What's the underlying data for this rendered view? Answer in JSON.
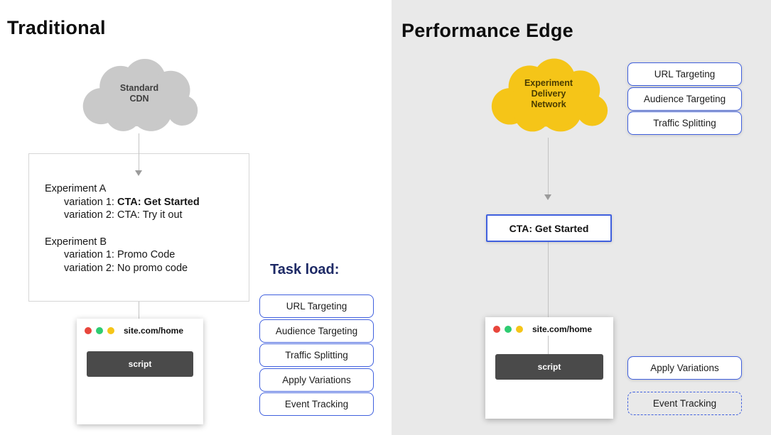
{
  "colors": {
    "accent_blue": "#4060de",
    "cloud_gray": "#c9c9c9",
    "cloud_gold": "#f5c518",
    "script_button_gray": "#4a4a4a",
    "right_panel_bg": "#e9e9e9",
    "task_load_title": "#1e2a66",
    "traffic_red": "#e8463c",
    "traffic_green": "#2ecc71",
    "traffic_yellow": "#f5c518"
  },
  "left": {
    "title": "Traditional",
    "cloud_label_line1": "Standard",
    "cloud_label_line2": "CDN",
    "experiment_box": {
      "groups": [
        {
          "title": "Experiment A",
          "variations": [
            {
              "prefix": "variation 1: ",
              "value": "CTA: Get Started",
              "bold": true
            },
            {
              "prefix": "variation 2: ",
              "value": "CTA: Try it out",
              "bold": false
            }
          ]
        },
        {
          "title": "Experiment B",
          "variations": [
            {
              "prefix": "variation 1: ",
              "value": "Promo Code",
              "bold": false
            },
            {
              "prefix": "variation 2: ",
              "value": "No promo code",
              "bold": false
            }
          ]
        }
      ]
    },
    "browser": {
      "url": "site.com/home",
      "script_label": "script"
    },
    "task_load": {
      "title": "Task load:",
      "items": [
        "URL Targeting",
        "Audience Targeting",
        "Traffic Splitting",
        "Apply Variations",
        "Event Tracking"
      ]
    }
  },
  "right": {
    "title": "Performance Edge",
    "cloud_label_line1": "Experiment",
    "cloud_label_line2": "Delivery",
    "cloud_label_line3": "Network",
    "edge_tasks": [
      "URL Targeting",
      "Audience Targeting",
      "Traffic Splitting"
    ],
    "cta_label": "CTA: Get Started",
    "browser": {
      "url": "site.com/home",
      "script_label": "script"
    },
    "client_tasks": [
      {
        "label": "Apply Variations",
        "border": "solid"
      },
      {
        "label": "Event Tracking",
        "border": "dashed"
      }
    ]
  }
}
